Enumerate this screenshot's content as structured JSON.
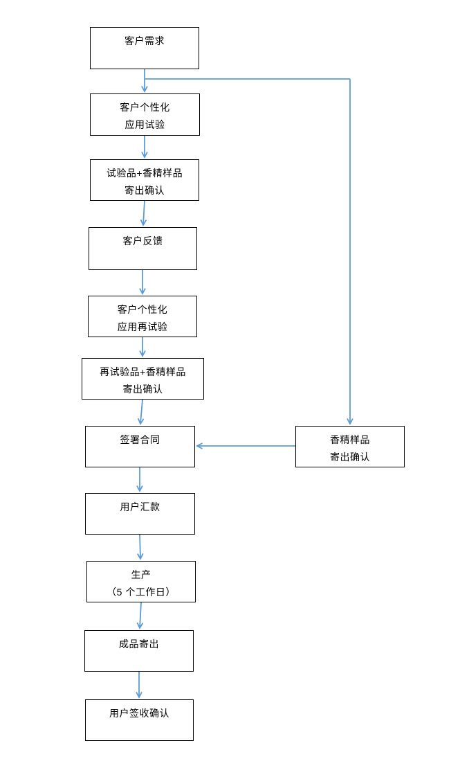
{
  "diagram": {
    "type": "flowchart",
    "accent_color": "#5B9BD5",
    "border_color": "#000000",
    "text_color": "#000000",
    "background_color": "#ffffff",
    "nodes": [
      {
        "id": "customer-needs",
        "label": "客户需求"
      },
      {
        "id": "custom-application-test",
        "label": "客户个性化\n应用试验"
      },
      {
        "id": "test-sample-send-confirm",
        "label": "试验品+香精样品\n寄出确认"
      },
      {
        "id": "customer-feedback",
        "label": "客户反馈"
      },
      {
        "id": "custom-application-retest",
        "label": "客户个性化\n应用再试验"
      },
      {
        "id": "retest-sample-send-confirm",
        "label": "再试验品+香精样品\n寄出确认"
      },
      {
        "id": "sign-contract",
        "label": "签署合同"
      },
      {
        "id": "user-remittance",
        "label": "用户汇款"
      },
      {
        "id": "production",
        "label": "生产\n（5 个工作日）"
      },
      {
        "id": "finished-product-send",
        "label": "成品寄出"
      },
      {
        "id": "user-receipt-confirm",
        "label": "用户签收确认"
      },
      {
        "id": "fragrance-sample-send-confirm",
        "label": "香精样品\n寄出确认"
      }
    ],
    "edges": [
      {
        "from": "customer-needs",
        "to": "custom-application-test"
      },
      {
        "from": "customer-needs",
        "to": "fragrance-sample-send-confirm"
      },
      {
        "from": "custom-application-test",
        "to": "test-sample-send-confirm"
      },
      {
        "from": "test-sample-send-confirm",
        "to": "customer-feedback"
      },
      {
        "from": "customer-feedback",
        "to": "custom-application-retest"
      },
      {
        "from": "custom-application-retest",
        "to": "retest-sample-send-confirm"
      },
      {
        "from": "retest-sample-send-confirm",
        "to": "sign-contract"
      },
      {
        "from": "fragrance-sample-send-confirm",
        "to": "sign-contract"
      },
      {
        "from": "sign-contract",
        "to": "user-remittance"
      },
      {
        "from": "user-remittance",
        "to": "production"
      },
      {
        "from": "production",
        "to": "finished-product-send"
      },
      {
        "from": "finished-product-send",
        "to": "user-receipt-confirm"
      }
    ]
  }
}
